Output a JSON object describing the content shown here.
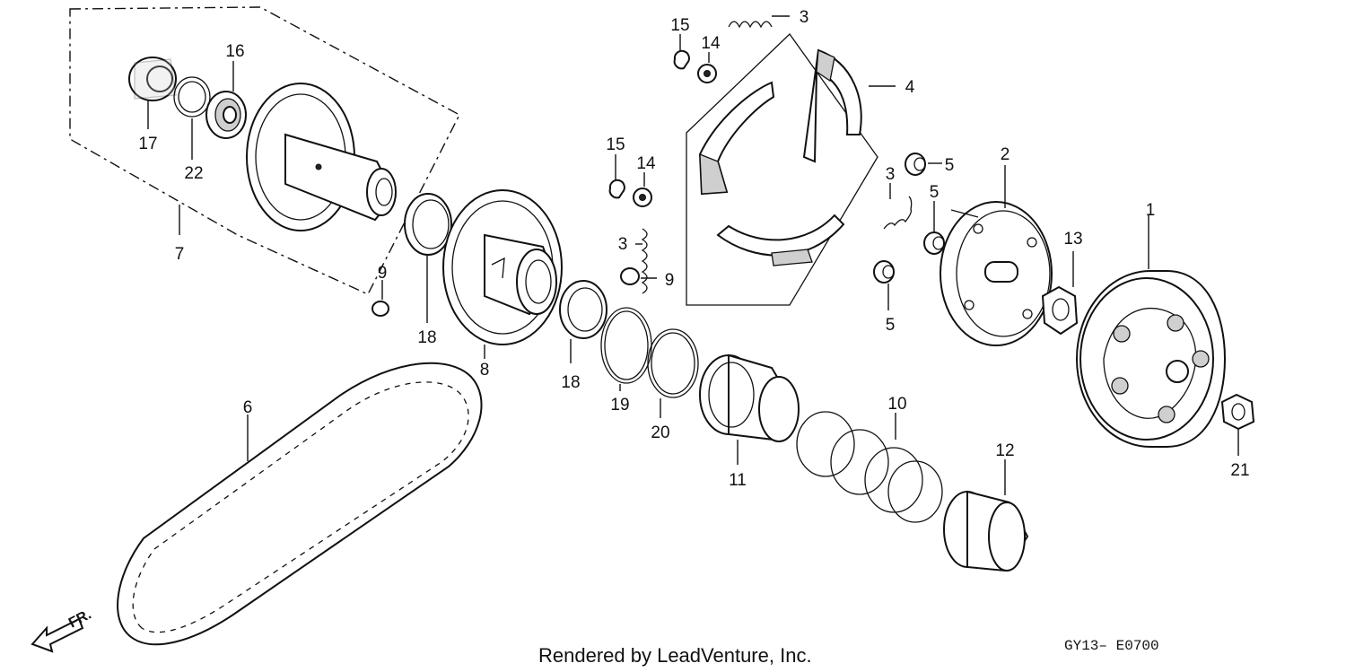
{
  "callouts": {
    "c1": "1",
    "c2": "2",
    "c3a": "3",
    "c3b": "3",
    "c3c": "3",
    "c4": "4",
    "c5a": "5",
    "c5b": "5",
    "c5c": "5",
    "c6": "6",
    "c7": "7",
    "c8": "8",
    "c9a": "9",
    "c9b": "9",
    "c10": "10",
    "c11": "11",
    "c12": "12",
    "c13": "13",
    "c14a": "14",
    "c14b": "14",
    "c15a": "15",
    "c15b": "15",
    "c16": "16",
    "c17": "17",
    "c18a": "18",
    "c18b": "18",
    "c19": "19",
    "c20": "20",
    "c21": "21",
    "c22": "22"
  },
  "direction_label": "FR.",
  "footer": {
    "credit": "Rendered by LeadVenture, Inc.",
    "diagram_code": "GY13– E0700"
  }
}
